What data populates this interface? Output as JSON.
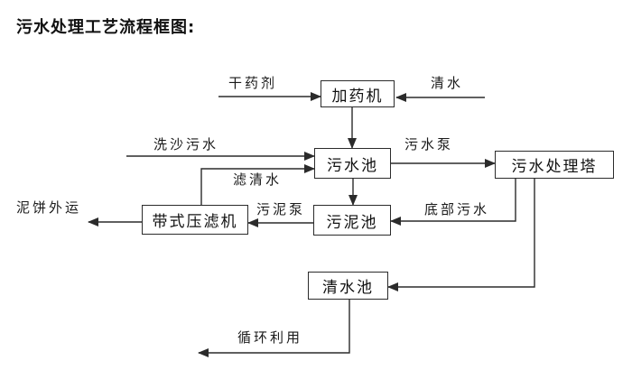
{
  "title": "污水处理工艺流程框图:",
  "colors": {
    "background": "#ffffff",
    "line": "#2b2b2b",
    "box_border": "#2b2b2b",
    "box_fill": "#ffffff",
    "text": "#111111"
  },
  "nodes": {
    "dosing_machine": "加药机",
    "sewage_pool": "污水池",
    "treatment_tower": "污水处理塔",
    "sludge_pool": "污泥池",
    "belt_filter_press": "带式压滤机",
    "clean_water_pool": "清水池"
  },
  "flow_labels": {
    "dry_agent": "干药剂",
    "clean_water": "清水",
    "sand_washing_sewage": "洗沙污水",
    "sewage_pump": "污水泵",
    "filtered_water": "滤清水",
    "sludge_pump": "污泥泵",
    "bottom_sewage": "底部污水",
    "mud_cake_outbound": "泥饼外运",
    "recycle_reuse": "循环利用"
  },
  "flows": [
    {
      "label": "干药剂",
      "from": "外部",
      "to": "加药机"
    },
    {
      "label": "清水",
      "from": "外部",
      "to": "加药机"
    },
    {
      "label": "",
      "from": "加药机",
      "to": "污水池"
    },
    {
      "label": "洗沙污水",
      "from": "外部",
      "to": "污水池"
    },
    {
      "label": "滤清水",
      "from": "带式压滤机",
      "to": "污水池"
    },
    {
      "label": "污水泵",
      "from": "污水池",
      "to": "污水处理塔"
    },
    {
      "label": "",
      "from": "污水池",
      "to": "污泥池"
    },
    {
      "label": "底部污水",
      "from": "污水处理塔",
      "to": "污泥池"
    },
    {
      "label": "污泥泵",
      "from": "污泥池",
      "to": "带式压滤机"
    },
    {
      "label": "泥饼外运",
      "from": "带式压滤机",
      "to": "外部"
    },
    {
      "label": "",
      "from": "污水处理塔",
      "to": "清水池"
    },
    {
      "label": "循环利用",
      "from": "清水池",
      "to": "外部"
    }
  ]
}
